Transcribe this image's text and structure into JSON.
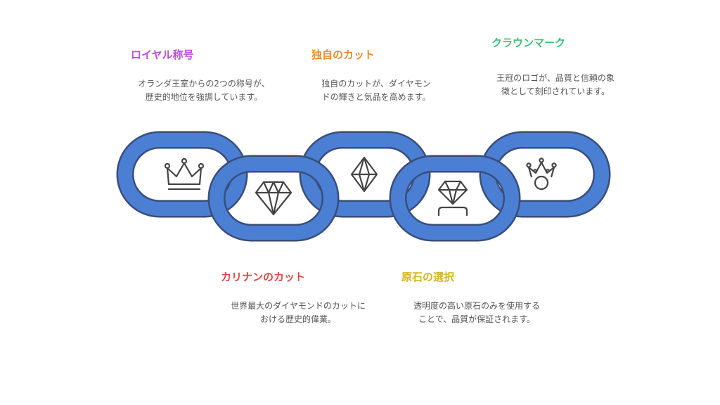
{
  "colors": {
    "link_fill": "#4a7fd4",
    "link_stroke": "#3a4d7a",
    "icon_stroke": "#444444",
    "title_purple": "#b84ed8",
    "title_orange": "#e88a2e",
    "title_green": "#3fbf77",
    "title_red": "#e04848",
    "title_yellow": "#d4b520"
  },
  "items": [
    {
      "title": "ロイヤル称号",
      "description": "オランダ王室からの2つの称号が、\n歴史的地位を強調しています。",
      "icon": "crown-icon"
    },
    {
      "title": "カリナンのカット",
      "description": "世界最大のダイヤモンドのカットに\nおける歴史的偉業。",
      "icon": "diamond-icon"
    },
    {
      "title": "独自のカット",
      "description": "独自のカットが、ダイヤモン\nドの輝きと気品を高めます。",
      "icon": "gem-icon"
    },
    {
      "title": "原石の選択",
      "description": "透明度の高い原石のみを使用する\nことで、品質が保証されます。",
      "icon": "diamond-on-stand-icon"
    },
    {
      "title": "クラウンマーク",
      "description": "王冠のロゴが、品質と信頼の象\n徴として刻印されています。",
      "icon": "crown-mark-icon"
    }
  ]
}
